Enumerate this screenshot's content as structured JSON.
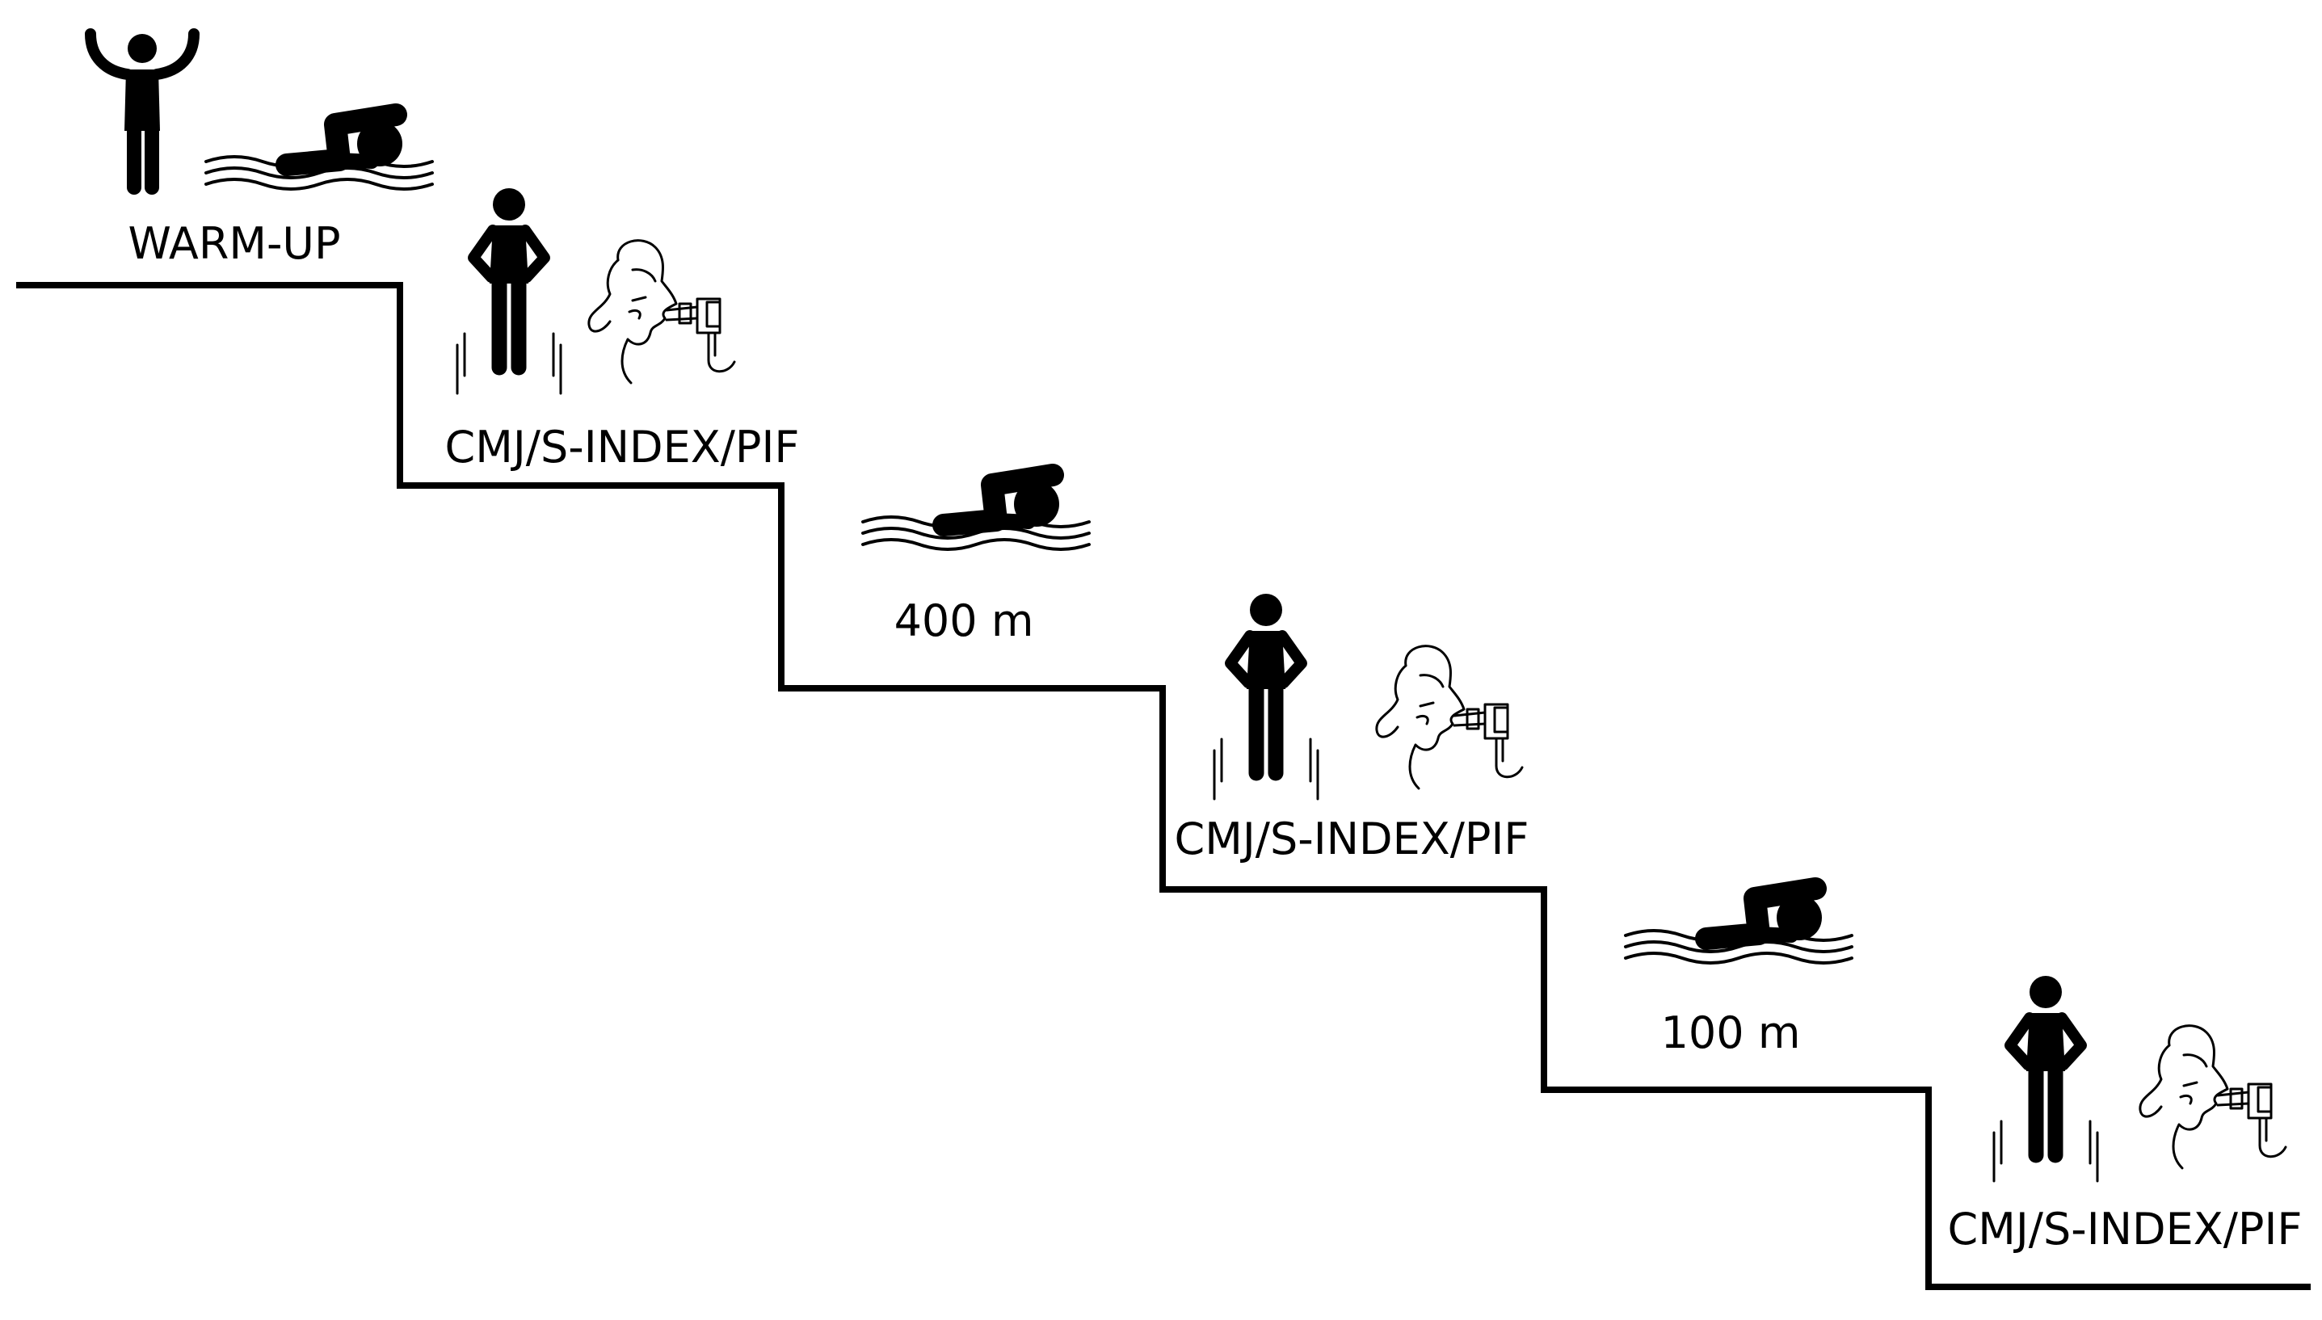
{
  "stages": [
    {
      "label": "WARM-UP",
      "icons": [
        "person-arms-up-icon",
        "swimmer-icon"
      ]
    },
    {
      "label": "CMJ/S-INDEX/PIF",
      "icons": [
        "person-jump-icon",
        "inspiratory-test-icon"
      ]
    },
    {
      "label": "400 m",
      "icons": [
        "swimmer-icon"
      ]
    },
    {
      "label": "CMJ/S-INDEX/PIF",
      "icons": [
        "person-jump-icon",
        "inspiratory-test-icon"
      ]
    },
    {
      "label": "100 m",
      "icons": [
        "swimmer-icon"
      ]
    },
    {
      "label": "CMJ/S-INDEX/PIF",
      "icons": [
        "person-jump-icon",
        "inspiratory-test-icon"
      ]
    }
  ],
  "colors": {
    "line": "#000000",
    "background": "#ffffff"
  }
}
